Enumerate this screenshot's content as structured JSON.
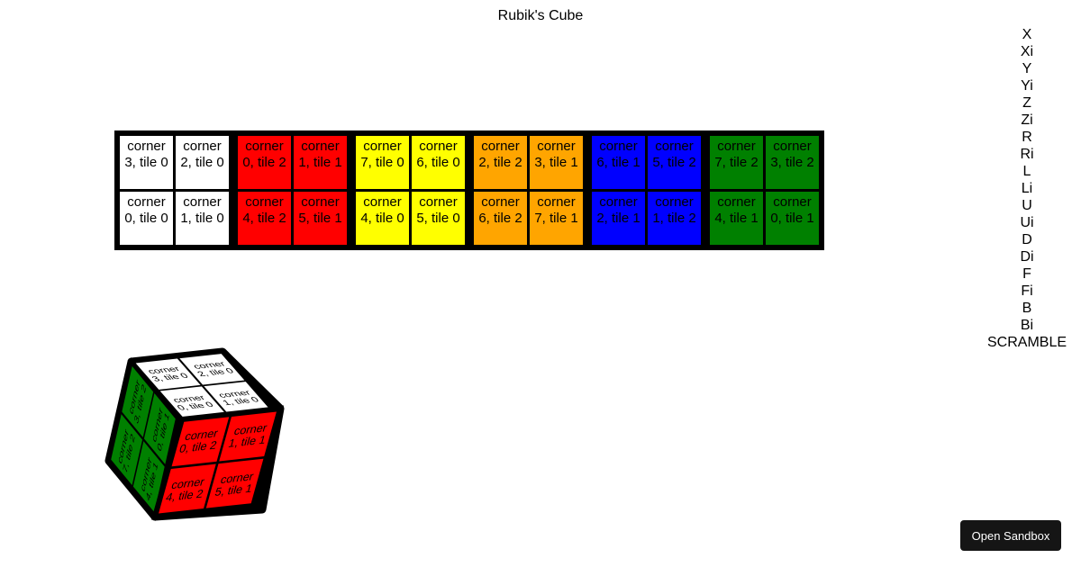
{
  "title": "Rubik's Cube",
  "flat_view": {
    "faces": [
      {
        "name": "white",
        "color": "#ffffff",
        "tiles": [
          {
            "word": "corner",
            "pos": "3, tile 0"
          },
          {
            "word": "corner",
            "pos": "2, tile 0"
          },
          {
            "word": "corner",
            "pos": "0, tile 0"
          },
          {
            "word": "corner",
            "pos": "1, tile 0"
          }
        ]
      },
      {
        "name": "red",
        "color": "#ff0000",
        "tiles": [
          {
            "word": "corner",
            "pos": "0, tile 2"
          },
          {
            "word": "corner",
            "pos": "1, tile 1"
          },
          {
            "word": "corner",
            "pos": "4, tile 2"
          },
          {
            "word": "corner",
            "pos": "5, tile 1"
          }
        ]
      },
      {
        "name": "yellow",
        "color": "#ffff00",
        "tiles": [
          {
            "word": "corner",
            "pos": "7, tile 0"
          },
          {
            "word": "corner",
            "pos": "6, tile 0"
          },
          {
            "word": "corner",
            "pos": "4, tile 0"
          },
          {
            "word": "corner",
            "pos": "5, tile 0"
          }
        ]
      },
      {
        "name": "orange",
        "color": "#ffa500",
        "tiles": [
          {
            "word": "corner",
            "pos": "2, tile 2"
          },
          {
            "word": "corner",
            "pos": "3, tile 1"
          },
          {
            "word": "corner",
            "pos": "6, tile 2"
          },
          {
            "word": "corner",
            "pos": "7, tile 1"
          }
        ]
      },
      {
        "name": "blue",
        "color": "#0000ff",
        "tiles": [
          {
            "word": "corner",
            "pos": "6, tile 1"
          },
          {
            "word": "corner",
            "pos": "5, tile 2"
          },
          {
            "word": "corner",
            "pos": "2, tile 1"
          },
          {
            "word": "corner",
            "pos": "1, tile 2"
          }
        ]
      },
      {
        "name": "green",
        "color": "#008000",
        "tiles": [
          {
            "word": "corner",
            "pos": "7, tile 2"
          },
          {
            "word": "corner",
            "pos": "3, tile 2"
          },
          {
            "word": "corner",
            "pos": "4, tile 1"
          },
          {
            "word": "corner",
            "pos": "0, tile 1"
          }
        ]
      }
    ]
  },
  "cube3d": {
    "faces": [
      {
        "name": "top-white",
        "color": "#ffffff",
        "tiles": [
          {
            "word": "corner",
            "pos": "3, tile 0"
          },
          {
            "word": "corner",
            "pos": "2, tile 0"
          },
          {
            "word": "corner",
            "pos": "0, tile 0"
          },
          {
            "word": "corner",
            "pos": "1, tile 0"
          }
        ]
      },
      {
        "name": "left-green",
        "color": "#008000",
        "tiles": [
          {
            "word": "corner",
            "pos": "7, tile 2"
          },
          {
            "word": "corner",
            "pos": "3, tile 2"
          },
          {
            "word": "corner",
            "pos": "4, tile 1"
          },
          {
            "word": "corner",
            "pos": "0, tile 1"
          }
        ]
      },
      {
        "name": "front-red",
        "color": "#ff0000",
        "tiles": [
          {
            "word": "corner",
            "pos": "0, tile 2"
          },
          {
            "word": "corner",
            "pos": "1, tile 1"
          },
          {
            "word": "corner",
            "pos": "4, tile 2"
          },
          {
            "word": "corner",
            "pos": "5, tile 1"
          }
        ]
      }
    ]
  },
  "moves": [
    "X",
    "Xi",
    "Y",
    "Yi",
    "Z",
    "Zi",
    "R",
    "Ri",
    "L",
    "Li",
    "U",
    "Ui",
    "D",
    "Di",
    "F",
    "Fi",
    "B",
    "Bi",
    "SCRAMBLE"
  ],
  "sandbox": {
    "label": "Open Sandbox",
    "bg": "#151515"
  }
}
